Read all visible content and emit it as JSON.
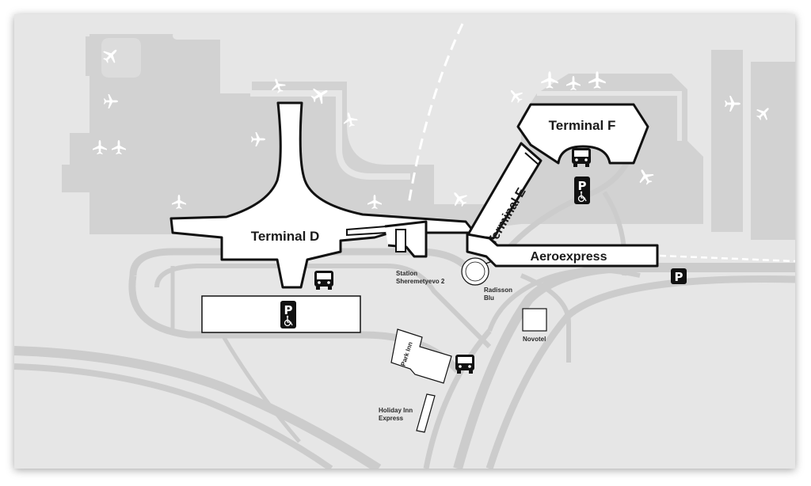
{
  "terminals": {
    "d": "Terminal D",
    "e": "Terminal E",
    "f": "Terminal F",
    "aeroexpress": "Aeroexpress"
  },
  "places": {
    "station_line1": "Station",
    "station_line2": "Sheremetyevo 2",
    "radisson_line1": "Radisson",
    "radisson_line2": "Blu",
    "novotel": "Novotel",
    "park_inn": "Park Inn",
    "holiday_line1": "Holiday Inn",
    "holiday_line2": "Express"
  },
  "symbols": {
    "parking": "P",
    "accessible_parking": "P",
    "airplane_icon": "airplane-icon",
    "bus_icon": "bus-icon",
    "wheelchair_icon": "wheelchair-icon"
  },
  "colors": {
    "background": "#e6e6e6",
    "apron": "#d2d2d2",
    "road": "#cccccc",
    "building": "#ffffff",
    "outline": "#111111"
  }
}
